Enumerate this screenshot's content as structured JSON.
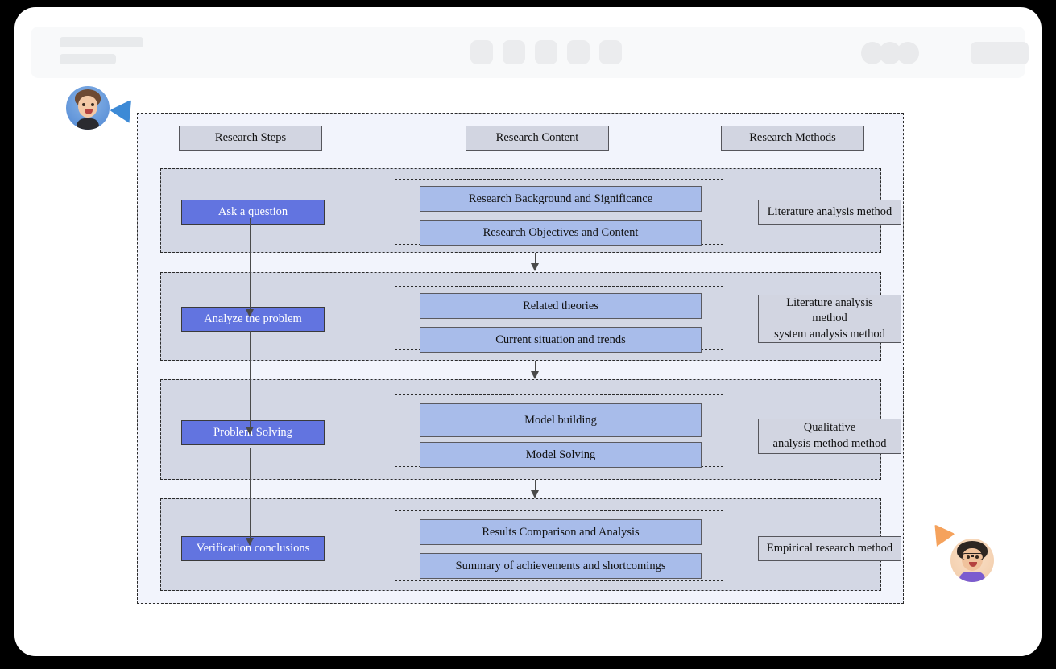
{
  "toolbar": {
    "icon_names": [
      "toolbar-icon-1",
      "toolbar-icon-2",
      "toolbar-icon-3",
      "toolbar-icon-4",
      "toolbar-icon-5"
    ],
    "avatar_count": 3
  },
  "diagram": {
    "columns": {
      "steps": "Research Steps",
      "content": "Research Content",
      "methods": "Research Methods"
    },
    "colors": {
      "step_box": "#6274E0",
      "content_box": "#A8BCEA",
      "header_box": "#D2D5E1",
      "stage_band": "#D3D7E4",
      "canvas": "#F2F4FC",
      "border": "#2B2B2B"
    },
    "stages": [
      {
        "step": "Ask a question",
        "content": [
          "Research Background and Significance",
          "Research Objectives and Content"
        ],
        "method": "Literature analysis method"
      },
      {
        "step": "Analyze the problem",
        "content": [
          "Related theories",
          "Current situation and trends"
        ],
        "method": "Literature analysis\nmethod\nsystem analysis method"
      },
      {
        "step": "Problem Solving",
        "content": [
          "Model building",
          "Model Solving"
        ],
        "method": "Qualitative\nanalysis method  method"
      },
      {
        "step": "Verification conclusions",
        "content": [
          "Results Comparison and Analysis",
          "Summary of achievements and shortcomings"
        ],
        "method": "Empirical research method"
      }
    ]
  },
  "collaborators": [
    {
      "name": "collaborator-cursor-blue",
      "color": "#3D8AD6"
    },
    {
      "name": "collaborator-cursor-orange",
      "color": "#F5A25C"
    }
  ]
}
